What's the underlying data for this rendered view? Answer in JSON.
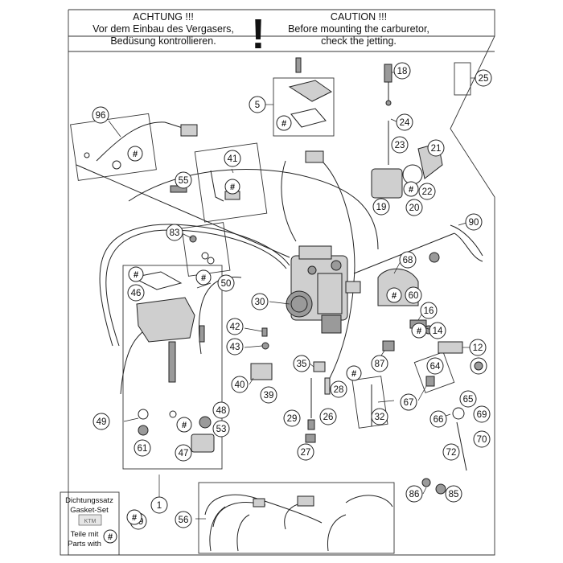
{
  "header": {
    "warning_de_title": "ACHTUNG !!!",
    "warning_de_line1": "Vor dem Einbau des Vergasers,",
    "warning_de_line2": "Bedüsung kontrollieren.",
    "exclamation": "!",
    "warning_en_title": "CAUTION !!!",
    "warning_en_line1": "Before mounting the carburetor,",
    "warning_en_line2": "check the jetting."
  },
  "gasket_box": {
    "line1": "Dichtungssatz",
    "line2": "Gasket-Set",
    "line3": "Teile mit",
    "line4": "Parts with",
    "hash": "#"
  },
  "hash_symbol": "#",
  "callouts": [
    {
      "id": "c96",
      "label": "96"
    },
    {
      "id": "c5",
      "label": "5"
    },
    {
      "id": "c18",
      "label": "18"
    },
    {
      "id": "c25",
      "label": "25"
    },
    {
      "id": "c24",
      "label": "24"
    },
    {
      "id": "c23",
      "label": "23"
    },
    {
      "id": "c21",
      "label": "21"
    },
    {
      "id": "c22",
      "label": "22"
    },
    {
      "id": "c19",
      "label": "19"
    },
    {
      "id": "c20",
      "label": "20"
    },
    {
      "id": "c41",
      "label": "41"
    },
    {
      "id": "c55",
      "label": "55"
    },
    {
      "id": "c90",
      "label": "90"
    },
    {
      "id": "c83",
      "label": "83"
    },
    {
      "id": "c68",
      "label": "68"
    },
    {
      "id": "c46",
      "label": "46"
    },
    {
      "id": "c50",
      "label": "50"
    },
    {
      "id": "c60",
      "label": "60"
    },
    {
      "id": "c30",
      "label": "30"
    },
    {
      "id": "c16",
      "label": "16"
    },
    {
      "id": "c14",
      "label": "14"
    },
    {
      "id": "c42",
      "label": "42"
    },
    {
      "id": "c43",
      "label": "43"
    },
    {
      "id": "c12",
      "label": "12"
    },
    {
      "id": "c35",
      "label": "35"
    },
    {
      "id": "c87",
      "label": "87"
    },
    {
      "id": "c40",
      "label": "40"
    },
    {
      "id": "c64",
      "label": "64"
    },
    {
      "id": "c39",
      "label": "39"
    },
    {
      "id": "c28",
      "label": "28"
    },
    {
      "id": "c67",
      "label": "67"
    },
    {
      "id": "c65",
      "label": "65"
    },
    {
      "id": "c48",
      "label": "48"
    },
    {
      "id": "c49",
      "label": "49"
    },
    {
      "id": "c29",
      "label": "29"
    },
    {
      "id": "c26",
      "label": "26"
    },
    {
      "id": "c32",
      "label": "32"
    },
    {
      "id": "c66",
      "label": "66"
    },
    {
      "id": "c69",
      "label": "69"
    },
    {
      "id": "c53",
      "label": "53"
    },
    {
      "id": "c70",
      "label": "70"
    },
    {
      "id": "c61",
      "label": "61"
    },
    {
      "id": "c47",
      "label": "47"
    },
    {
      "id": "c27",
      "label": "27"
    },
    {
      "id": "c72",
      "label": "72"
    },
    {
      "id": "c1",
      "label": "1"
    },
    {
      "id": "c86",
      "label": "86"
    },
    {
      "id": "c85",
      "label": "85"
    },
    {
      "id": "c99",
      "label": "99"
    },
    {
      "id": "c56",
      "label": "56"
    }
  ]
}
